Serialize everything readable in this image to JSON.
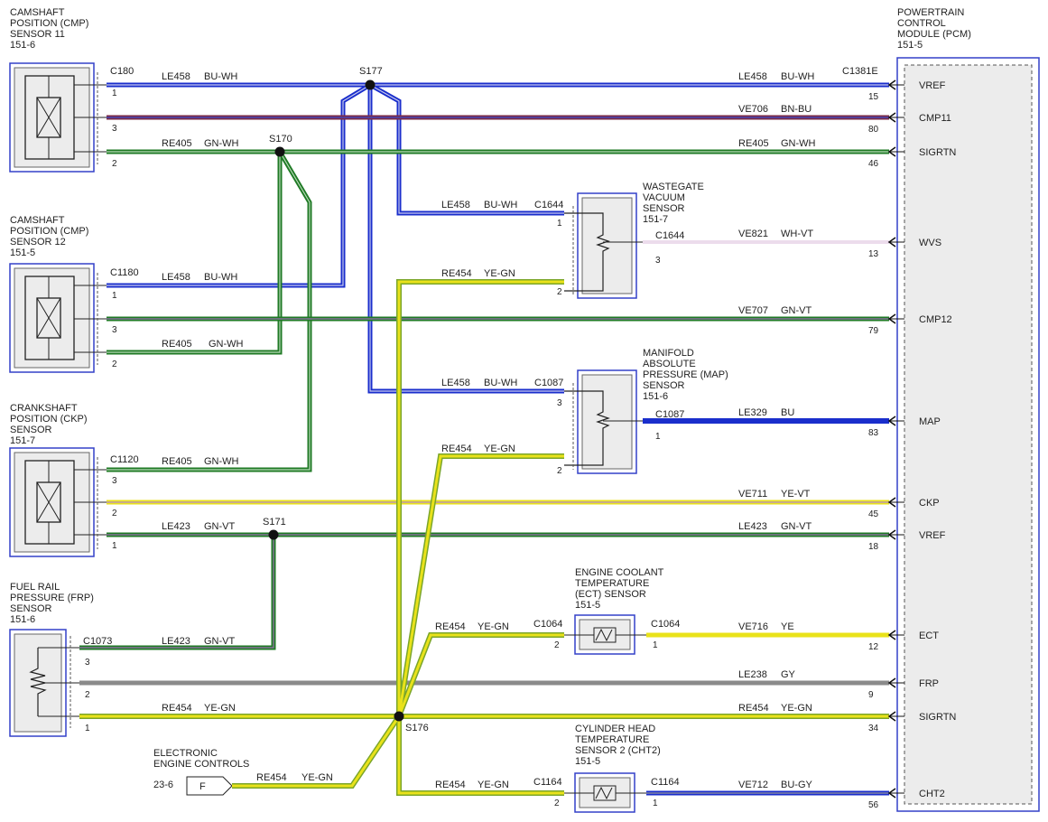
{
  "pcm": {
    "title_lines": [
      "POWERTRAIN",
      "CONTROL",
      "MODULE (PCM)",
      "151-5"
    ],
    "connector": "C1381E",
    "pins": [
      {
        "signal": "VREF",
        "pin": "15",
        "circuit": "LE458",
        "color": "BU-WH"
      },
      {
        "signal": "CMP11",
        "pin": "80",
        "circuit": "VE706",
        "color": "BN-BU"
      },
      {
        "signal": "SIGRTN",
        "pin": "46",
        "circuit": "RE405",
        "color": "GN-WH"
      },
      {
        "signal": "WVS",
        "pin": "13",
        "circuit": "VE821",
        "color": "WH-VT"
      },
      {
        "signal": "CMP12",
        "pin": "79",
        "circuit": "VE707",
        "color": "GN-VT"
      },
      {
        "signal": "MAP",
        "pin": "83",
        "circuit": "LE329",
        "color": "BU"
      },
      {
        "signal": "CKP",
        "pin": "45",
        "circuit": "VE711",
        "color": "YE-VT"
      },
      {
        "signal": "VREF",
        "pin": "18",
        "circuit": "LE423",
        "color": "GN-VT"
      },
      {
        "signal": "ECT",
        "pin": "12",
        "circuit": "VE716",
        "color": "YE"
      },
      {
        "signal": "FRP",
        "pin": "9",
        "circuit": "LE238",
        "color": "GY"
      },
      {
        "signal": "SIGRTN",
        "pin": "34",
        "circuit": "RE454",
        "color": "YE-GN"
      },
      {
        "signal": "CHT2",
        "pin": "56",
        "circuit": "VE712",
        "color": "BU-GY"
      }
    ]
  },
  "cmp11": {
    "title_lines": [
      "CAMSHAFT",
      "POSITION (CMP)",
      "SENSOR 11",
      "151-6"
    ],
    "connector": "C180",
    "pins": [
      "1",
      "3",
      "2"
    ],
    "w1": {
      "circuit": "LE458",
      "color": "BU-WH"
    },
    "w3": {
      "circuit": "RE405",
      "color": "GN-WH"
    }
  },
  "cmp12": {
    "title_lines": [
      "CAMSHAFT",
      "POSITION (CMP)",
      "SENSOR 12",
      "151-5"
    ],
    "connector": "C1180",
    "pins": [
      "1",
      "3",
      "2"
    ],
    "w1": {
      "circuit": "LE458",
      "color": "BU-WH"
    },
    "w3": {
      "circuit": "RE405",
      "color": "GN-WH"
    }
  },
  "ckp": {
    "title_lines": [
      "CRANKSHAFT",
      "POSITION (CKP)",
      "SENSOR",
      "151-7"
    ],
    "connector": "C1120",
    "pins": [
      "3",
      "2",
      "1"
    ],
    "w1": {
      "circuit": "RE405",
      "color": "GN-WH"
    },
    "w3": {
      "circuit": "LE423",
      "color": "GN-VT"
    }
  },
  "frp": {
    "title_lines": [
      "FUEL RAIL",
      "PRESSURE (FRP)",
      "SENSOR",
      "151-6"
    ],
    "connector": "C1073",
    "pins": [
      "3",
      "2",
      "1"
    ],
    "w1": {
      "circuit": "LE423",
      "color": "GN-VT"
    },
    "w3": {
      "circuit": "RE454",
      "color": "YE-GN"
    }
  },
  "wvs": {
    "title_lines": [
      "WASTEGATE",
      "VACUUM",
      "SENSOR",
      "151-7"
    ],
    "connector": "C1644",
    "pins": [
      "1",
      "2",
      "3"
    ],
    "w1": {
      "circuit": "LE458",
      "color": "BU-WH"
    },
    "w2": {
      "circuit": "RE454",
      "color": "YE-GN"
    }
  },
  "map": {
    "title_lines": [
      "MANIFOLD",
      "ABSOLUTE",
      "PRESSURE (MAP)",
      "SENSOR",
      "151-6"
    ],
    "connector": "C1087",
    "pins": [
      "3",
      "2",
      "1"
    ],
    "w1": {
      "circuit": "LE458",
      "color": "BU-WH"
    },
    "w2": {
      "circuit": "RE454",
      "color": "YE-GN"
    }
  },
  "ect": {
    "title_lines": [
      "ENGINE COOLANT",
      "TEMPERATURE",
      "(ECT) SENSOR",
      "151-5"
    ],
    "connector": "C1064",
    "pins": [
      "2",
      "1"
    ],
    "w1": {
      "circuit": "RE454",
      "color": "YE-GN"
    }
  },
  "cht2": {
    "title_lines": [
      "CYLINDER HEAD",
      "TEMPERATURE",
      "SENSOR 2 (CHT2)",
      "151-5"
    ],
    "connector": "C1164",
    "pins": [
      "2",
      "1"
    ],
    "w1": {
      "circuit": "RE454",
      "color": "YE-GN"
    }
  },
  "eec": {
    "title_lines": [
      "ELECTRONIC",
      "ENGINE CONTROLS"
    ],
    "ref": "23-6",
    "connector_letter": "F",
    "w1": {
      "circuit": "RE454",
      "color": "YE-GN"
    }
  },
  "splices": {
    "s177": "S177",
    "s170": "S170",
    "s171": "S171",
    "s176": "S176"
  },
  "colors": {
    "bu": "#1a2ecc",
    "bu_wh_stripe": "#c9ccee",
    "bn": "#7a2a45",
    "gn": "#1f7a25",
    "gn_stripe": "#b9d9b9",
    "ye": "#e9e21a",
    "ye_gn_stripe": "#7aa52a",
    "gy": "#8a8a8a",
    "box_blue": "#3340c8",
    "panel": "#ececec"
  }
}
